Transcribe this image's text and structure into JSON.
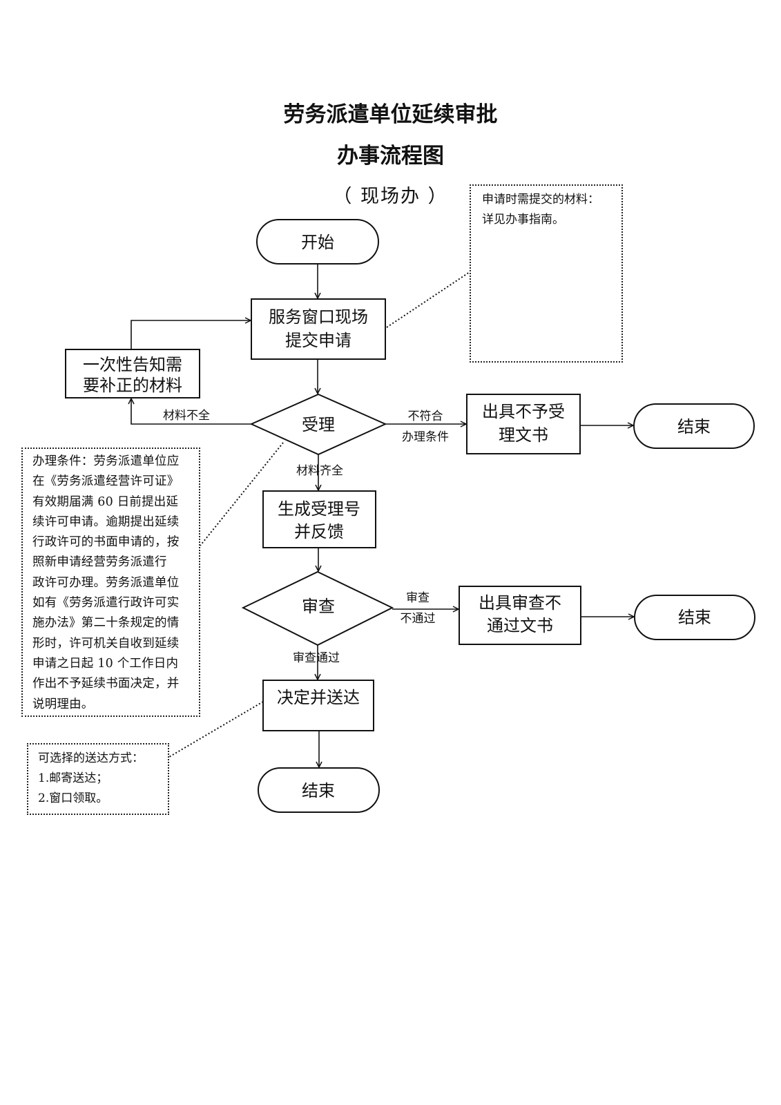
{
  "header": {
    "title_line1": "劳务派遣单位延续审批",
    "title_line2": "办事流程图",
    "subtitle": "（ 现场办 ）"
  },
  "nodes": {
    "start": "开始",
    "submit_line1": "服务窗口现场",
    "submit_line2": "提交申请",
    "notify_line1": "一次性告知需",
    "notify_line2": "要补正的材料",
    "accept": "受理",
    "reject_doc_line1": "出具不予受",
    "reject_doc_line2": "理文书",
    "end1": "结束",
    "generate_line1": "生成受理号",
    "generate_line2": "并反馈",
    "review": "审查",
    "review_fail_doc_line1": "出具审查不",
    "review_fail_doc_line2": "通过文书",
    "end2": "结束",
    "decide": "决定并送达",
    "end3": "结束"
  },
  "edge_labels": {
    "incomplete": "材料不全",
    "not_meet_line1": "不符合",
    "not_meet_line2": "办理条件",
    "complete": "材料齐全",
    "review_fail_line1": "审查",
    "review_fail_line2": "不通过",
    "review_pass": "审查通过"
  },
  "notes": {
    "materials": [
      "申请时需提交的材料：",
      "详见办事指南。"
    ],
    "conditions": [
      "办理条件：劳务派遣单位应",
      "在《劳务派遣经营许可证》",
      "有效期届满 60 日前提出延",
      "续许可申请。逾期提出延续",
      "行政许可的书面申请的，按",
      "照新申请经营劳务派遣行",
      "政许可办理。劳务派遣单位",
      "如有《劳务派遣行政许可实",
      "施办法》第二十条规定的情",
      "形时，许可机关自收到延续",
      "申请之日起 10 个工作日内",
      "作出不予延续书面决定，并",
      "说明理由。"
    ],
    "delivery": [
      "可选择的送达方式：",
      "1.邮寄送达；",
      "2.窗口领取。"
    ]
  }
}
